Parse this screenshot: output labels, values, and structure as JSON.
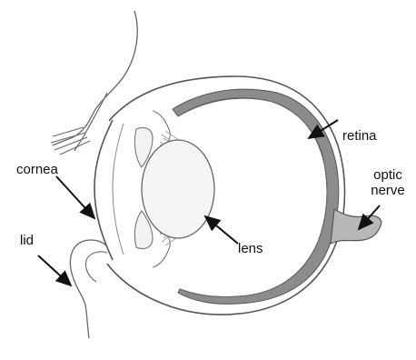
{
  "labels": {
    "retina": "retina",
    "cornea": "cornea",
    "optic_line1": "optic",
    "optic_line2": "nerve",
    "lid": "lid",
    "lens": "lens"
  },
  "colors": {
    "line": "#555555",
    "retina_fill": "#8c8c8c",
    "nerve_fill": "#b8b8b8",
    "lens_fill": "#f4f4f4",
    "arrow": "#111111"
  }
}
